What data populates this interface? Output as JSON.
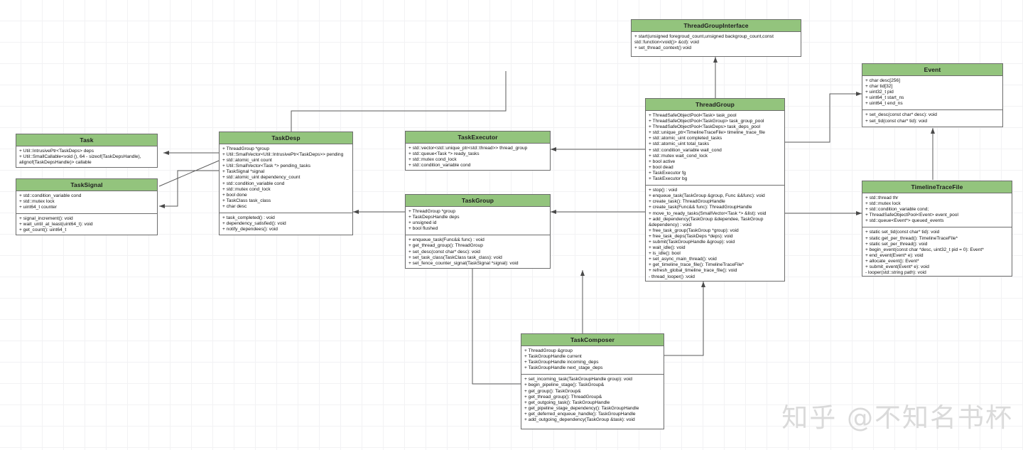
{
  "diagram": {
    "title": "UML Class Diagram",
    "watermark": "知乎 @不知名书杯",
    "colors": {
      "header": "#93c47d",
      "border": "#6d6d6d",
      "grid": "#f2f2f4",
      "background": "#ffffff"
    }
  },
  "classes": [
    {
      "id": "threadgroupinterface",
      "name": "ThreadGroupInterface",
      "attributes": [],
      "operations": [
        "+ start(unsigned foregroud_count,unsigned backgroup_count,const std::function<void()> &cd): void",
        "+ set_thread_context() void"
      ]
    },
    {
      "id": "event",
      "name": "Event",
      "attributes": [
        "+ char desc[256]",
        "+ char tid[32]",
        "+ uint32_t pid",
        "+ uint64_t start_ns",
        "+ uint64_t end_ns"
      ],
      "operations": [
        "+ set_desc(const char* desc): void",
        "+ set_tid(const char* tid): void"
      ]
    },
    {
      "id": "threadgroup",
      "name": "ThreadGroup",
      "attributes": [
        "+ ThreadSafeObjectPool<Task> task_pool",
        "+ ThreadSafeObjectPool<TaskGroup> task_group_pool",
        "+ ThreadSafeObjectPool<TaskDeps> task_deps_pool",
        "+ std::unique_ptr<TimelineTraceFile> timeline_trace_file",
        "+ std::atomic_uint completed_tasks",
        "+ std::atomic_uint total_tasks",
        "+ std::condition_variable wait_cond",
        "+ std::mutex wait_cond_lock",
        "+ bool active",
        "+ bool dead",
        "+ TaskExecutor fg",
        "+ TaskExecutor bg"
      ],
      "operations": [
        "+ stop() : void",
        "+ enqueue_task(TaskGroup &group, Func &&func):  void",
        "+ create_task():  ThreadGroupHandle",
        "+ create_task(Func&& func):  ThreadGroupHandle",
        "+ move_to_ready_tasks(SmallVector<Task *> &list):  void",
        "+ add_dependency(TaskGroup &dependee, TaskGroup &dependency) : void",
        "+ free_task_group(TaskGroup *group): void",
        "+ free_task_deps(TaskDeps *deps): void",
        "+ submit(TaskGroupHandle &group): void",
        "+ wait_idle(): void",
        "+ is_idle(): bool",
        "+ set_async_main_thread(): void",
        "+ get_timeline_trace_file(): TimelineTraceFile*",
        "+ refresh_global_timeline_trace_file():   void",
        "- thread_looper() :void"
      ]
    },
    {
      "id": "timelinetracefile",
      "name": "TimelineTraceFile",
      "attributes": [
        "+ std::thread thr",
        "+ std::mutex lock",
        "+ std::condition_variable cond;",
        "+ ThreadSafeObjectPool<Event> event_pool",
        "+ std::queue<Event*> queued_events"
      ],
      "operations": [
        "+ static set_tid(const char* tid): void",
        "+ static get_per_thread(): TimelineTraceFile*",
        "+ static set_per_thread(): void",
        "+ begin_event(const char *desc, uint32_t pid = 0): Event*",
        "+ end_event(Event* e): void",
        "+ allocate_event(): Event*",
        "+ submit_event(Event* e): void",
        "- looper(std::string path): void"
      ]
    },
    {
      "id": "task",
      "name": "Task",
      "attributes": [
        "+ Util::IntrusivePtr<TaskDeps> deps",
        "+ Util::SmallCallable<void (), 64 - sizeof(TaskDepsHandle), alignof(TaskDepsHandle)> callable"
      ],
      "operations": []
    },
    {
      "id": "tasksignal",
      "name": "TaskSignal",
      "attributes": [
        "+ std::condition_variable cond",
        "+ std::mutex lock",
        "+ uint64_t counter"
      ],
      "operations": [
        "+ signal_increment(): void",
        "+ wait_until_at_least(uint64_t): void",
        "+ get_count(): uint64_t"
      ]
    },
    {
      "id": "taskdesp",
      "name": "TaskDesp",
      "attributes": [
        "+ ThreadGroup *group",
        "+ Util::SmallVector<Util::IntrusivePtr<TaskDeps>> pending",
        "+ std::atomic_uint count",
        "+ Util::SmallVector<Task *> pending_tasks",
        "+ TaskSignal *signal",
        "+ std::atomic_uint dependency_count",
        "+ std::condition_variable cond",
        "+ std::mutex cond_lock",
        "+ bool done",
        "+ TaskClass task_class",
        "+ char desc"
      ],
      "operations": [
        "+  task_completed() : void",
        "+ dependency_satisfied(): void",
        "+ notify_dependees(): void"
      ]
    },
    {
      "id": "taskexecutor",
      "name": "TaskExecutor",
      "attributes": [
        "+ std::vector<std::unique_ptr<std::thread>>  thread_group",
        "+ std::queue<Task *> ready_tasks",
        "+ std::mutex cond_lock",
        "+ std::condition_variable cond"
      ],
      "operations": []
    },
    {
      "id": "taskgroup",
      "name": "TaskGroup",
      "attributes": [
        "+ ThreadGroup *group",
        "+ TaskDepsHandle deps",
        "+ unsigned id",
        "+ bool flushed"
      ],
      "operations": [
        "+ enqueue_task(Func&& func) : void",
        "+ get_thread_group(): ThreadGroup",
        "+ set_desc(const char* desc): void",
        "+ set_task_class(TaskClass task_class): void",
        "+ set_fence_counter_signal(TaskSignal *signal): void"
      ]
    },
    {
      "id": "taskcomposer",
      "name": "TaskComposer",
      "attributes": [
        "+ ThreadGroup &group",
        "+ TaskGroupHandle current",
        "+ TaskGroupHandle incoming_deps",
        "+ TaskGroupHandle next_stage_deps"
      ],
      "operations": [
        "+ set_incoming_task(TaskGroupHandle group): void",
        "+ begin_pipeline_stage(): TaskGroup&",
        "+ get_group(): TaskGroup&",
        "+ get_thread_group(): ThreadGroup&",
        "+ get_outgoing_task(): TaskGroupHandle",
        "+ get_pipeline_stage_dependency(): TaskGroupHandle",
        "+ get_deferred_enqueue_handle(): TaskGroupHandle",
        "+ add_outgoing_dependency(TaskGroup &task): void"
      ]
    }
  ]
}
